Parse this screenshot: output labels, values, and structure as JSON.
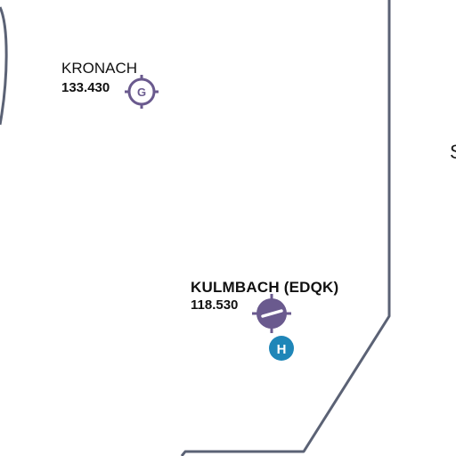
{
  "map": {
    "colors": {
      "airspace_boundary": "#5b6275",
      "airfield_symbol": "#6a5a8e",
      "heliport": "#1f86b8",
      "text": "#111111",
      "background": "#ffffff"
    },
    "airfields": [
      {
        "name": "KRONACH",
        "frequency": "133.430",
        "symbol": "glider-site-icon",
        "symbol_letter": "G"
      },
      {
        "name": "KULMBACH (EDQK)",
        "frequency": "118.530",
        "symbol": "civil-airfield-icon"
      }
    ],
    "heliport": {
      "symbol": "heliport-icon",
      "letter": "H"
    },
    "edge_text": "S"
  }
}
